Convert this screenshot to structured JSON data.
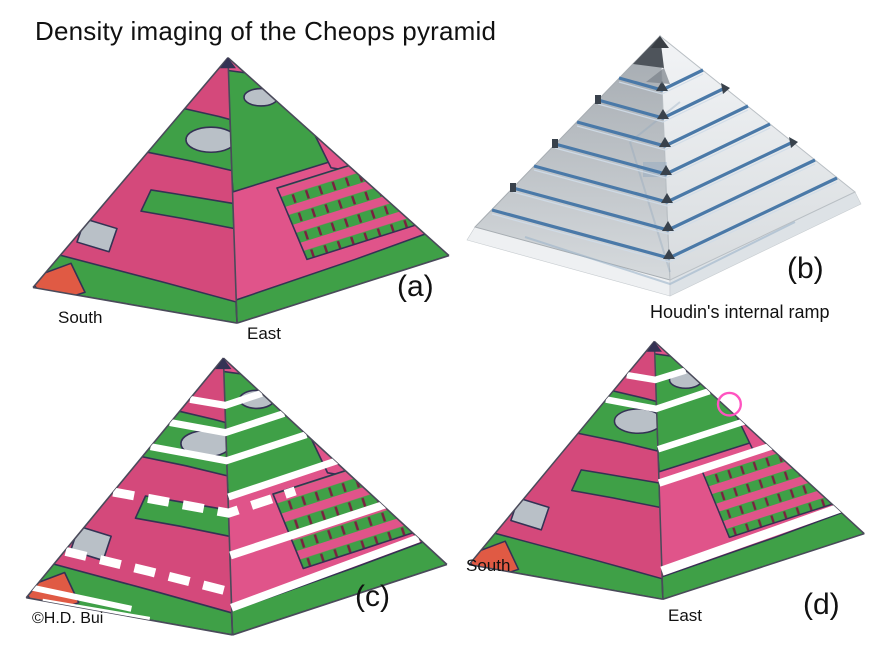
{
  "title": "Density imaging of the Cheops pyramid",
  "panels": {
    "a": {
      "tag": "(a)",
      "label_south": "South",
      "label_east": "East"
    },
    "b": {
      "tag": "(b)",
      "caption": "Houdin's internal ramp"
    },
    "c": {
      "tag": "(c)",
      "credit": "©H.D. Bui"
    },
    "d": {
      "tag": "(d)",
      "label_south": "South",
      "label_east": "East"
    }
  },
  "colors": {
    "pinkL": "#d4497b",
    "pinkR": "#e0548a",
    "green": "#3fa047",
    "orange": "#e05a44",
    "gray": "#b9c0c7",
    "contour": "#343254",
    "rampblue": "#4a79a8",
    "annotation": "#ff53c0",
    "stripe": "#ffffff",
    "text": "#111111"
  }
}
